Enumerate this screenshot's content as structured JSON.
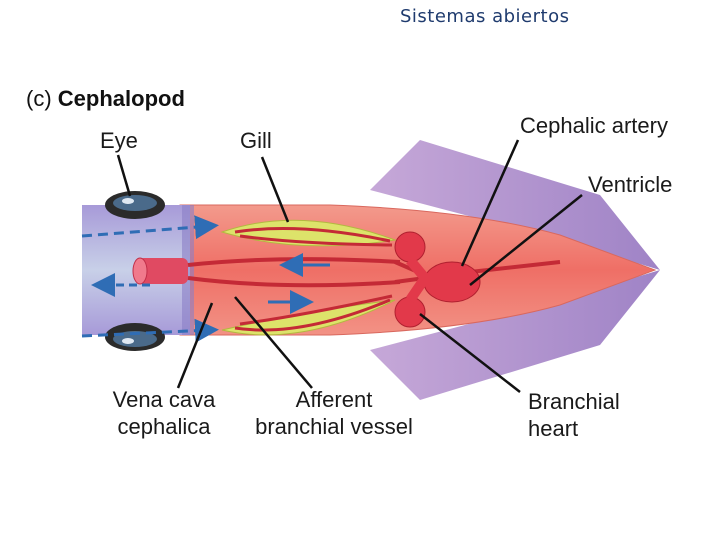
{
  "slide_title": "Sistemas abiertos",
  "figure": {
    "tag": "(c)",
    "name": "Cephalopod"
  },
  "labels": {
    "eye": "Eye",
    "gill": "Gill",
    "cephalic_artery": "Cephalic artery",
    "ventricle": "Ventricle",
    "vena_cava_line1": "Vena cava",
    "vena_cava_line2": "cephalica",
    "afferent_line1": "Afferent",
    "afferent_line2": "branchial vessel",
    "branchial_line1": "Branchial",
    "branchial_line2": "heart"
  },
  "colors": {
    "fin": "#b49ad0",
    "mantle": "#f07a70",
    "head": "#9b8fd0",
    "gill": "#dde36a",
    "heart": "#e2394a",
    "vessel": "#c42a36",
    "arrow": "#2f6db5",
    "title": "#1f3b6e"
  }
}
